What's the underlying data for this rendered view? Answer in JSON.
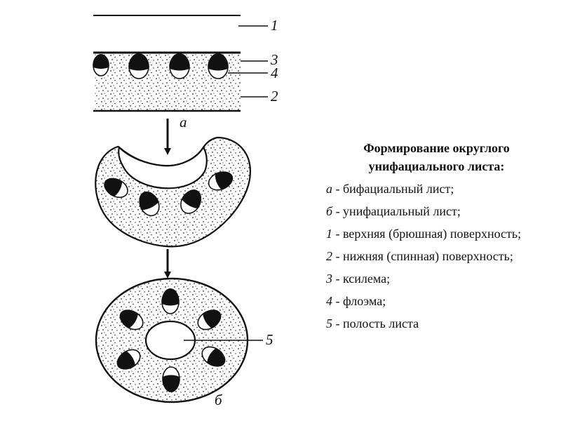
{
  "diagram": {
    "callouts": {
      "upper_surface": "1",
      "lower_surface": "2",
      "xylem": "3",
      "phloem": "4",
      "cavity": "5",
      "bifacial": "а",
      "unifacial": "б"
    }
  },
  "legend": {
    "title_line1": "Формирование округлого",
    "title_line2": "унифациального листа:",
    "items": [
      {
        "key": "а",
        "text": " - бифациальный лист;"
      },
      {
        "key": "б",
        "text": " - унифациальный лист;"
      },
      {
        "key": "1",
        "text": " - верхняя (брюшная) поверхность;"
      },
      {
        "key": "2",
        "text": " - нижняя (спинная) поверхность;"
      },
      {
        "key": "3",
        "text": " - ксилема;"
      },
      {
        "key": "4",
        "text": " - флоэма;"
      },
      {
        "key": "5",
        "text": " - полость листа"
      }
    ]
  },
  "colors": {
    "ink": "#111111",
    "background": "#ffffff",
    "bundle_white": "#ffffff"
  }
}
